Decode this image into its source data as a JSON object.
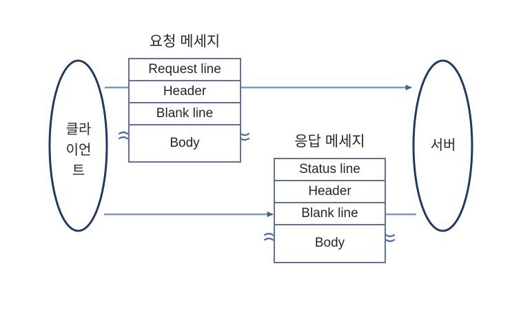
{
  "diagram": {
    "title": "HTTP Request / Response Message Structure",
    "background_color": "#ffffff",
    "node_border_color": "#1f3864",
    "box_border_color": "#5f7391",
    "connector_color": "#7b96c4",
    "break_mark_color": "#4a69a8",
    "text_color": "#262626"
  },
  "nodes": {
    "client": {
      "label": "클라\n이언\n트",
      "label_plain": "클라이언트",
      "shape": "ellipse"
    },
    "server": {
      "label": "서버",
      "label_plain": "서버",
      "shape": "ellipse"
    }
  },
  "messages": {
    "request": {
      "title": "요청 메세지",
      "rows": [
        {
          "label": "Request line"
        },
        {
          "label": "Header"
        },
        {
          "label": "Blank line"
        },
        {
          "label": "Body"
        }
      ]
    },
    "response": {
      "title": "응답 메세지",
      "rows": [
        {
          "label": "Status line"
        },
        {
          "label": "Header"
        },
        {
          "label": "Blank line"
        },
        {
          "label": "Body"
        }
      ]
    }
  },
  "connectors": [
    {
      "name": "client-to-request",
      "from": "client",
      "to": "request-box",
      "direction": "none"
    },
    {
      "name": "request-to-server",
      "from": "request-box",
      "to": "server",
      "direction": "right",
      "arrowhead": true
    },
    {
      "name": "server-to-response",
      "from": "server",
      "to": "response-box",
      "direction": "none"
    },
    {
      "name": "response-to-client",
      "from": "response-box",
      "to": "client",
      "direction": "left",
      "arrowhead": true
    }
  ],
  "break_marks": [
    {
      "name": "request-body-left"
    },
    {
      "name": "request-body-right"
    },
    {
      "name": "response-body-left"
    },
    {
      "name": "response-body-right"
    }
  ]
}
